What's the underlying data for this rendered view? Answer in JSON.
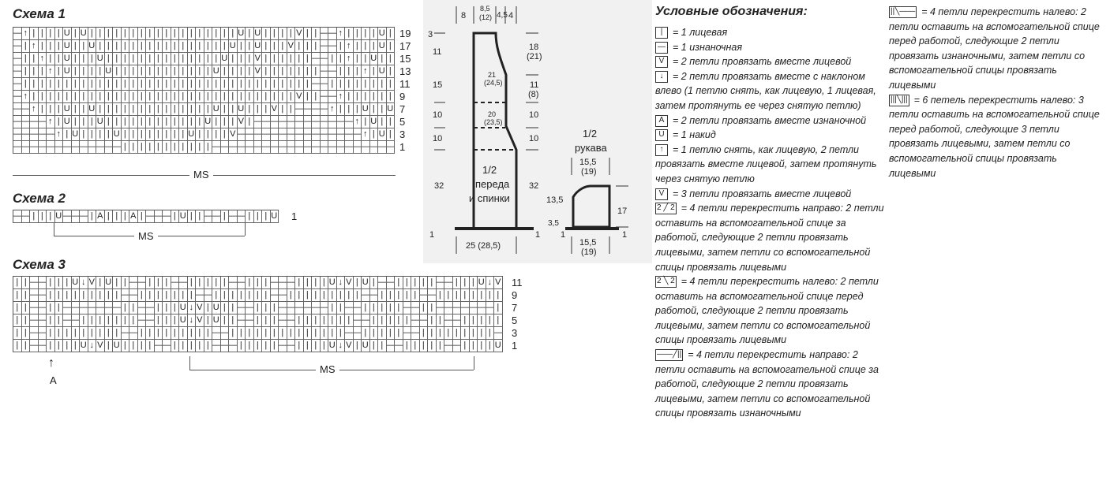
{
  "schema1": {
    "title": "Схема 1",
    "rows": [
      {
        "num": "19",
        "cells": "—↑||||U|U||||||||||||||||||U|U||||V||—"
      },
      {
        "num": "17",
        "cells": "—|↑|||U||U||||||||||||||||U||U|||V|||—"
      },
      {
        "num": "15",
        "cells": "—||↑||U|||U||||||||||||||U|||V||||||—"
      },
      {
        "num": "13",
        "cells": "—|||↑|U||||U||||||||||||U||||V|||||||—"
      },
      {
        "num": "11",
        "cells": "—|||||||||||||||||||||||||||||||||||—"
      },
      {
        "num": "9",
        "cells": "—↑||||||||||||||||||||||||||||||||V||—"
      },
      {
        "num": "7",
        "cells": "——↑|||U||U||||||||||||||U||U|||V||——"
      },
      {
        "num": "5",
        "cells": "————↑|U|||U||||||||||||U|||V|————————"
      },
      {
        "num": "3",
        "cells": "—————↑|U||||U||||||||U||||V——————————"
      },
      {
        "num": "1",
        "cells": "—————————————|||||||||||——————————————"
      }
    ],
    "ms": "MS"
  },
  "schema2": {
    "title": "Схема 2",
    "row": {
      "num": "1",
      "cells": "——|||U———|A|||A|———|U||——|"
    },
    "ms": "MS"
  },
  "schema3": {
    "title": "Схема 3",
    "rows": [
      {
        "num": "11",
        "cells": "||——|||U↓V|U||——|||——|||||——|||———||||U↓V|U|——|||"
      },
      {
        "num": "9",
        "cells": "||——|||||||||——|||||||——|||||||——|||||||||——|||"
      },
      {
        "num": "7",
        "cells": "||——||———————||——|||U↓V|U||——|||——————||——|||"
      },
      {
        "num": "5",
        "cells": "||——||——|||||||——|||U↓V|U||——|||——|||||||——|||"
      },
      {
        "num": "3",
        "cells": "||——|||||||||——|||||||||——||||||||||||||——|||"
      },
      {
        "num": "1",
        "cells": "||——||||U↓V|U||||——|||||———|||||——||||U↓V|U||——|||"
      }
    ],
    "marker": "A",
    "ms": "MS"
  },
  "schematic": {
    "top_labels": [
      "8",
      "8,5",
      "(12)",
      "4,5",
      "4"
    ],
    "left": [
      "3",
      "11",
      "15",
      "10",
      "10",
      "32",
      "1"
    ],
    "right": [
      "18",
      "(21)",
      "11",
      "(8)",
      "10",
      "10",
      "32",
      "1"
    ],
    "inner": [
      "21",
      "(24,5)",
      "20",
      "(23,5)"
    ],
    "body_label": [
      "1/2",
      "переда",
      "и спинки"
    ],
    "bottom": "25 (28,5)",
    "sleeve_title": [
      "1/2",
      "рукава"
    ],
    "sleeve_top": [
      "15,5",
      "(19)"
    ],
    "sleeve_left": [
      "13,5",
      "3,5",
      "1"
    ],
    "sleeve_right": [
      "17",
      "1"
    ],
    "sleeve_bottom": [
      "15,5",
      "(19)"
    ]
  },
  "legend": {
    "title": "Условные обозначения:",
    "items": [
      {
        "sym": "|",
        "text": "= 1 лицевая"
      },
      {
        "sym": "—",
        "text": "= 1 изнаночная"
      },
      {
        "sym": "V",
        "text": "= 2 петли провязать вместе лицевой"
      },
      {
        "sym": "↓",
        "text": "= 2 петли провязать вместе с наклоном влево (1 петлю снять, как лицевую, 1 лицевая, затем протянуть ее через снятую петлю)"
      },
      {
        "sym": "A",
        "text": "= 2 петли провязать вместе изнаночной"
      },
      {
        "sym": "U",
        "text": "= 1 накид"
      },
      {
        "sym": "↑",
        "text": "= 1 петлю снять, как лицевую, 2 петли провязать вместе лицевой, затем протянуть через снятую петлю"
      },
      {
        "sym": "V",
        "text": "= 3 петли провязать вместе лицевой"
      },
      {
        "sym": "2 ╱ 2",
        "text": "= 4 петли перекрестить направо: 2 петли оставить на вспомогательной спице за работой, следующие 2 петли провязать лицевыми, затем петли со вспомогательной спицы провязать лицевыми"
      },
      {
        "sym": "2 ╲ 2",
        "text": "= 4 петли перекрестить налево: 2 петли оставить на вспомогательной спице перед работой, следующие 2 петли провязать лицевыми, затем петли со вспомогательной спицы провязать лицевыми"
      },
      {
        "sym": "——╱||",
        "text": "= 4 петли перекрестить направо: 2 петли оставить на вспомогательной спице за работой, следующие 2 петли провязать лицевыми, затем петли со вспомогательной спицы провязать изнаночными"
      },
      {
        "sym": "||╲——",
        "text": "= 4 петли перекрестить налево: 2 петли оставить на вспомогательной спице перед работой, следующие 2 петли провязать изнаночными, затем петли со вспомогательной спицы провязать лицевыми"
      },
      {
        "sym": "|||╲|||",
        "text": "= 6 петель перекрестить налево: 3 петли оставить на вспомогательной спице перед работой, следующие 3 петли провязать лицевыми, затем петли со вспомогательной спицы провязать лицевыми"
      }
    ]
  }
}
